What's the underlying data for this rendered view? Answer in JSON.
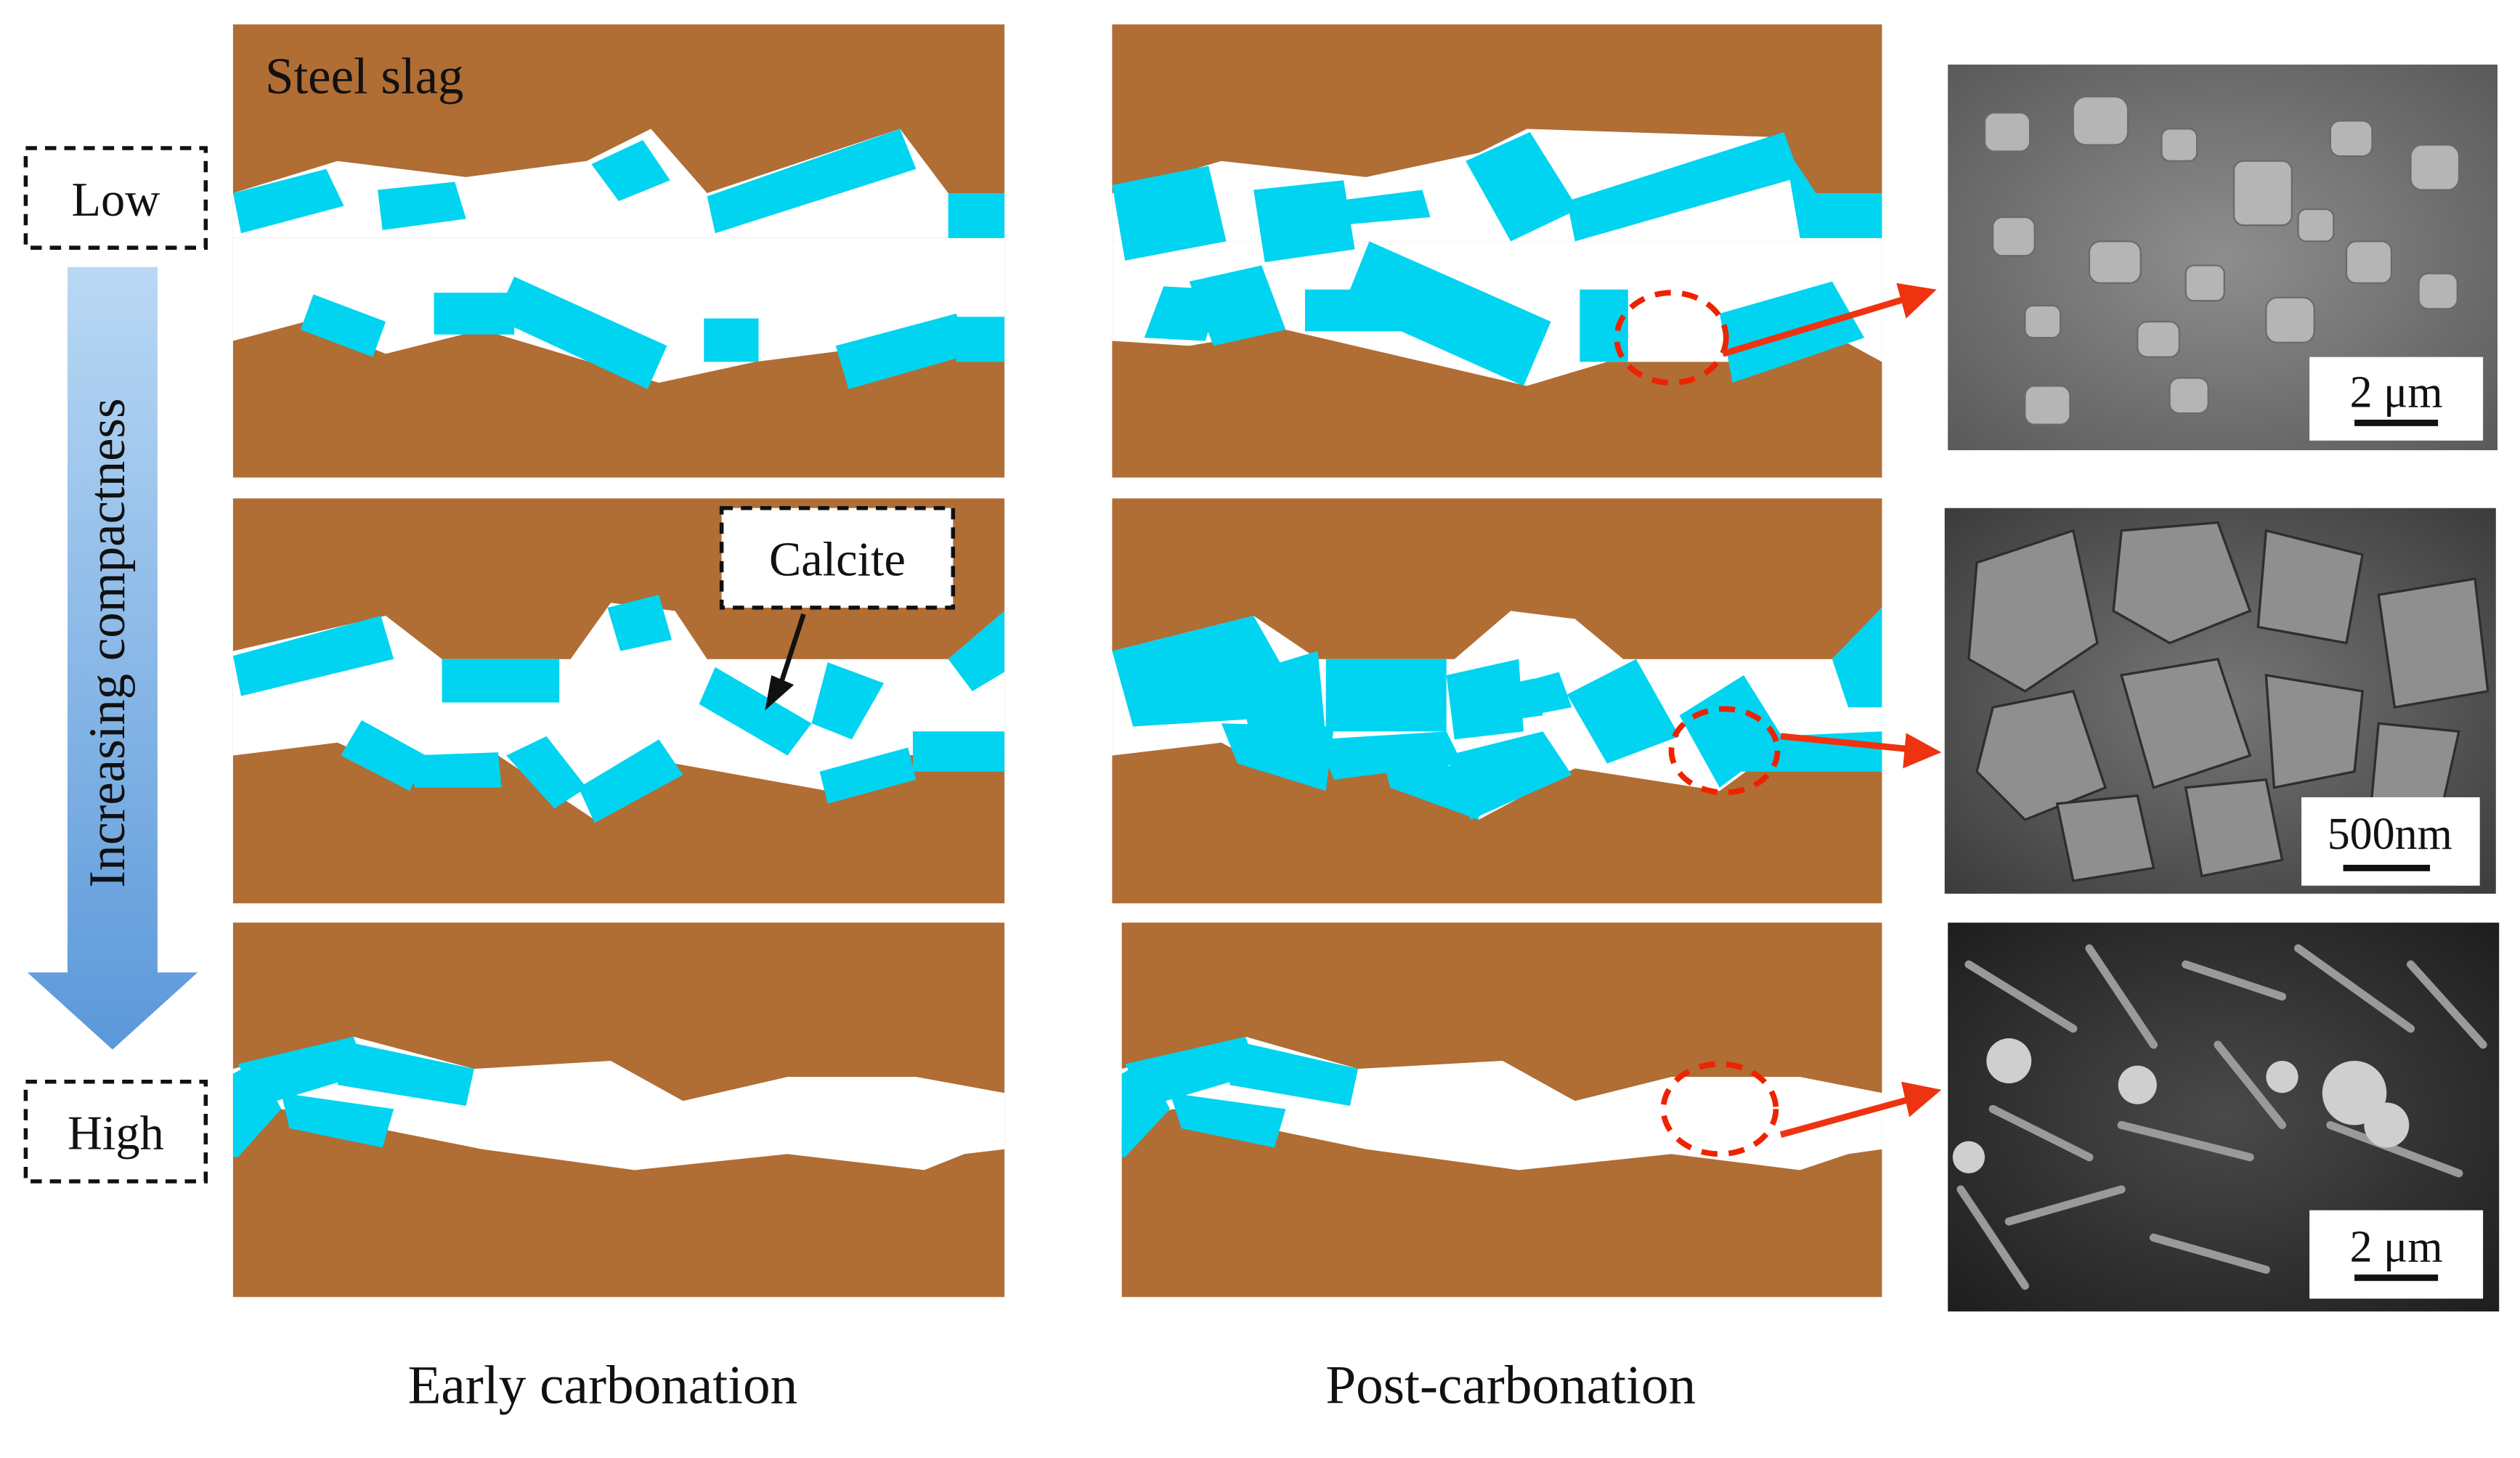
{
  "labels": {
    "steel_slag": "Steel slag",
    "low": "Low",
    "high": "High",
    "axis_arrow": "Increasing compactness",
    "calcite": "Calcite",
    "col_early": "Early carbonation",
    "col_post": "Post-carbonation"
  },
  "sem_scalebars": [
    "2 μm",
    "500nm",
    "2 μm"
  ],
  "colors": {
    "slag": "#b06d34",
    "calcite": "#00d4f0",
    "pore": "#ffffff",
    "highlight": "#ee2200",
    "arrow_gradient_top": "#a8cdef",
    "arrow_gradient_bottom": "#5f9bdc"
  }
}
